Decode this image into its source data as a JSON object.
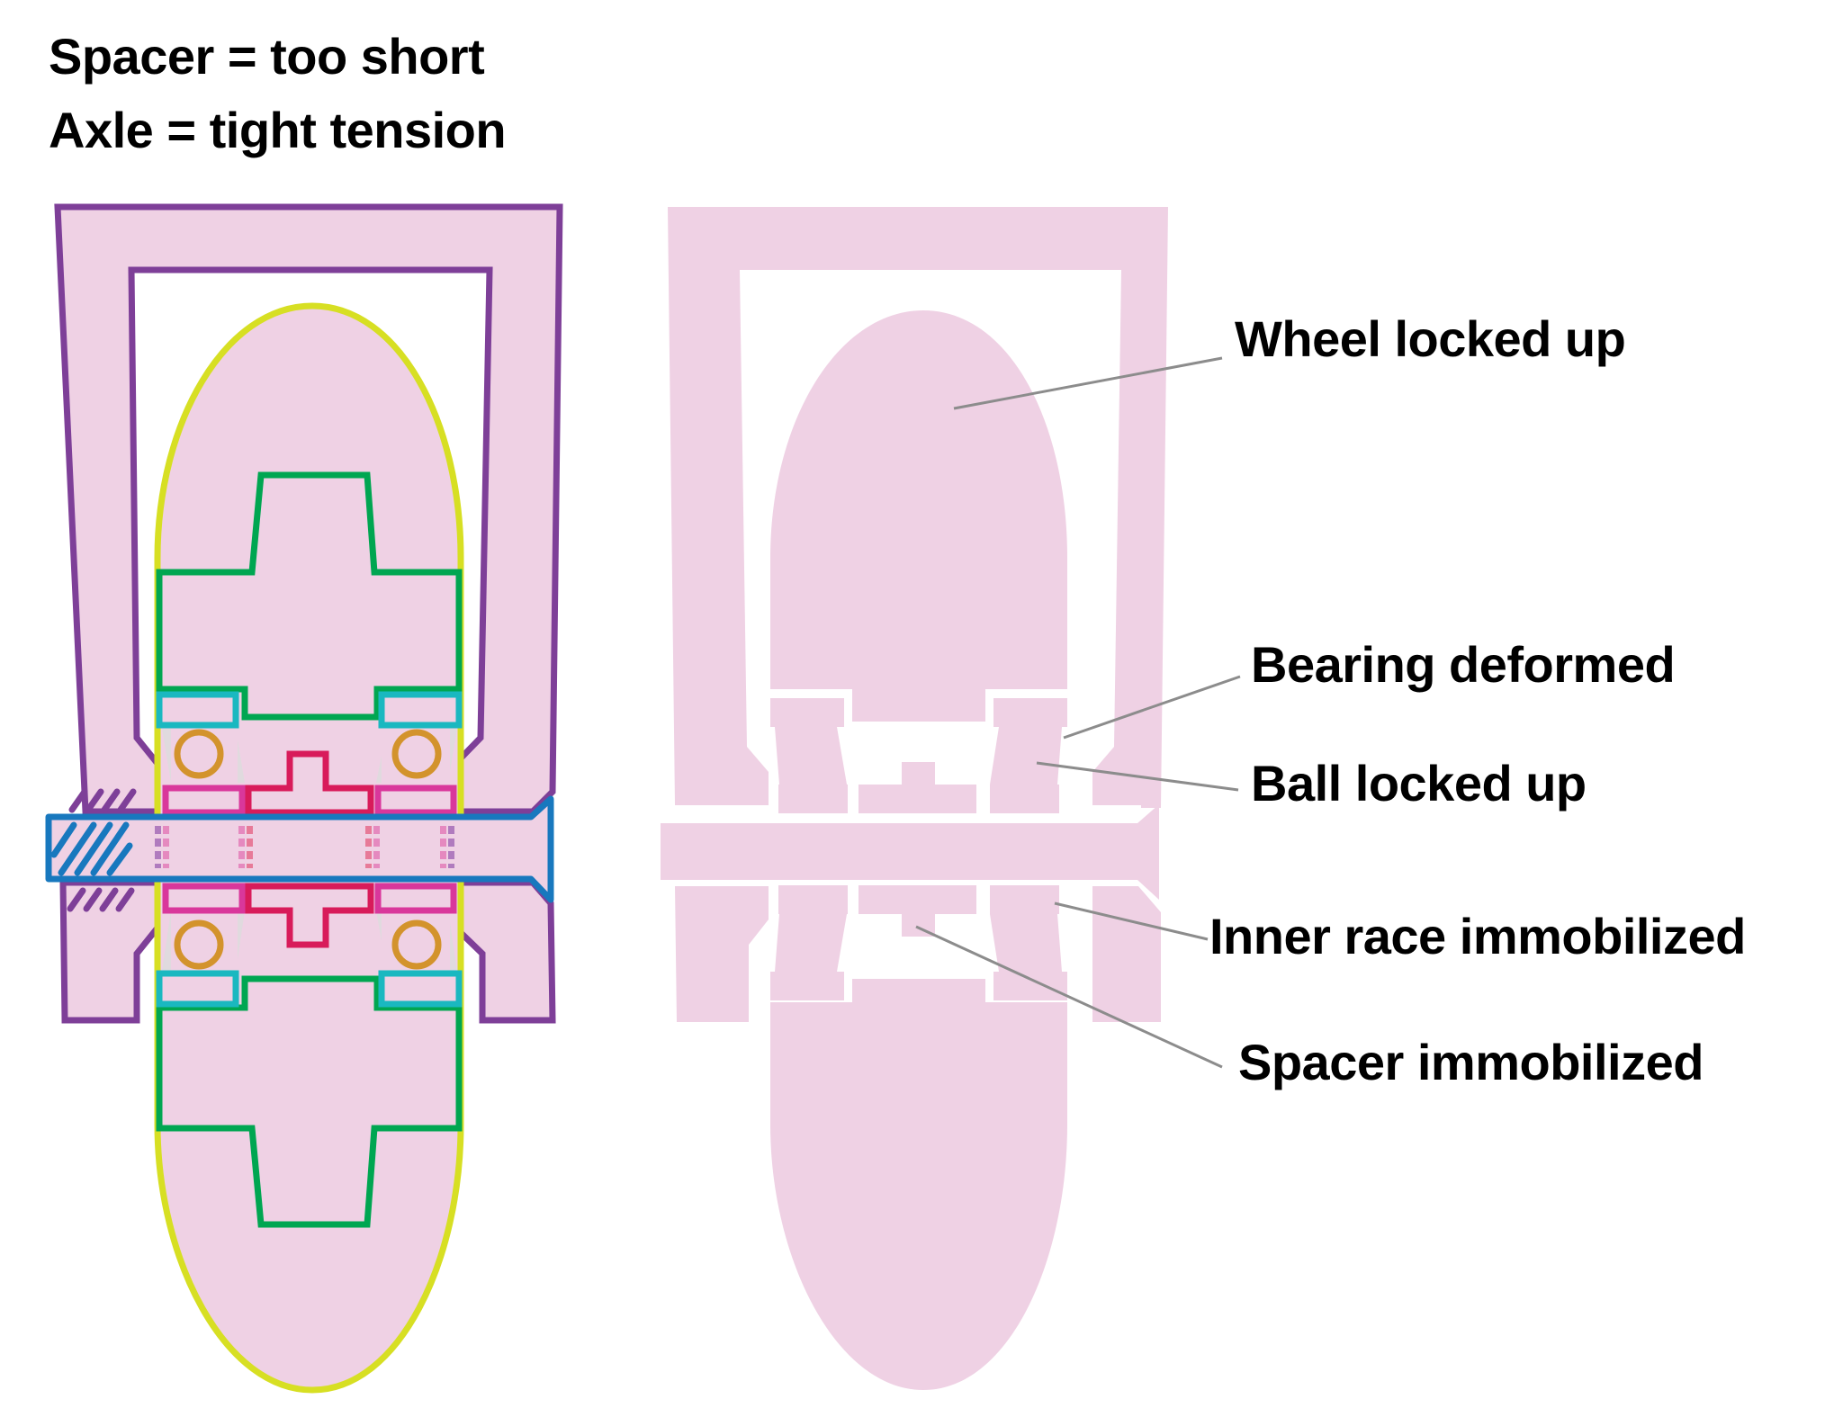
{
  "title": {
    "line1": "Spacer = too short",
    "line2": "Axle = tight tension"
  },
  "callouts": [
    {
      "id": "wheel",
      "text": "Wheel locked up"
    },
    {
      "id": "bearing",
      "text": "Bearing deformed"
    },
    {
      "id": "ball",
      "text": "Ball locked up"
    },
    {
      "id": "inner-race",
      "text": "Inner race immobilized"
    },
    {
      "id": "spacer",
      "text": "Spacer immobilized"
    }
  ],
  "colors": {
    "fill": "#efd1e4",
    "frame": "#7e3f98",
    "wheel_outline": "#d7df23",
    "hub": "#00a651",
    "outer_race": "#1ab8c0",
    "ball": "#d3932c",
    "inner_race": "#d9379b",
    "spacer": "#d81b5a",
    "axle": "#1878be",
    "shield": "#dcdcdc",
    "leader": "#8c8c8c",
    "text": "#000000"
  }
}
